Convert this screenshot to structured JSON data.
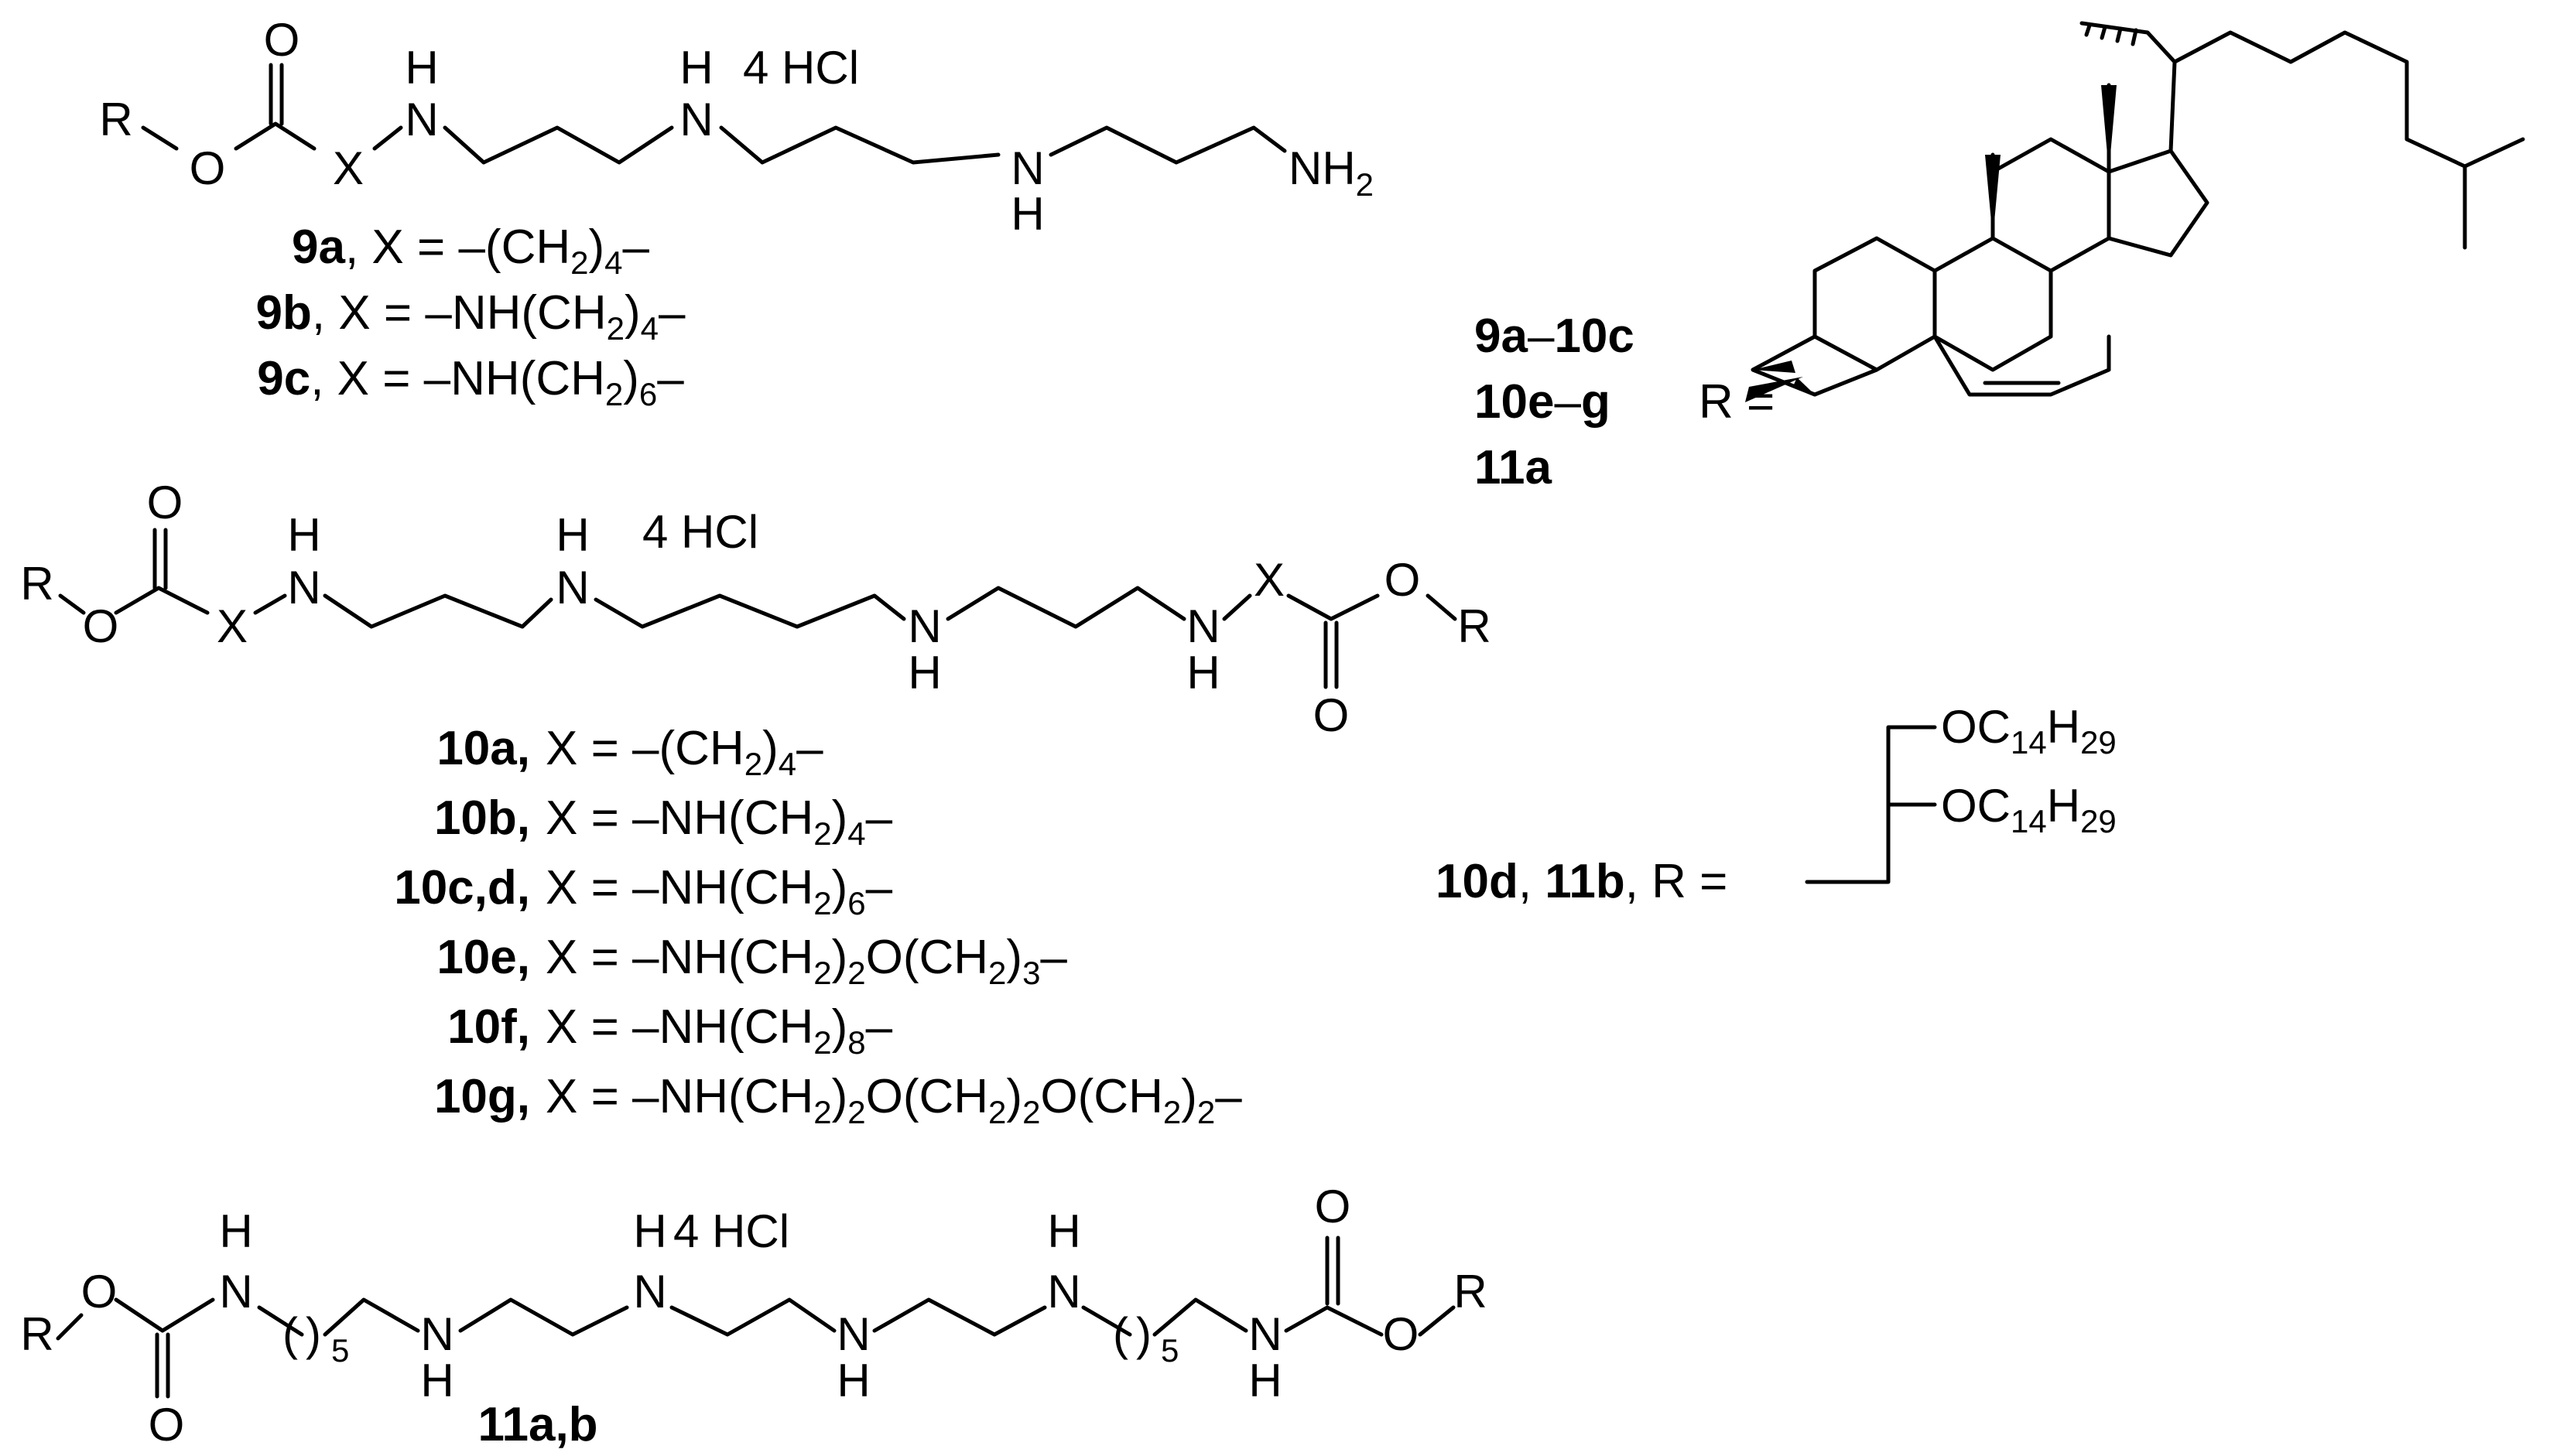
{
  "diagram": {
    "salt": "4 HCl",
    "atoms": {
      "R": "R",
      "O": "O",
      "X": "X",
      "N": "N",
      "H": "H",
      "NH": "NH",
      "sub2": "2",
      "sub5": "5"
    },
    "series9": [
      {
        "cmpd": "9a",
        "sep": ",",
        "rest": " X = –(CH",
        "s1": "2",
        "r1": ")",
        "s2": "4",
        "r2": "–",
        "s3": "",
        "r3": "",
        "s4": "",
        "r4": ""
      },
      {
        "cmpd": "9b",
        "sep": ",",
        "rest": " X = –NH(CH",
        "s1": "2",
        "r1": ")",
        "s2": "4",
        "r2": "–",
        "s3": "",
        "r3": "",
        "s4": "",
        "r4": ""
      },
      {
        "cmpd": "9c",
        "sep": ",",
        "rest": " X = –NH(CH",
        "s1": "2",
        "r1": ")",
        "s2": "6",
        "r2": "–",
        "s3": "",
        "r3": "",
        "s4": "",
        "r4": ""
      }
    ],
    "series10": [
      {
        "cmpd": "10a,",
        "sep": "",
        "rest": " X = –(CH",
        "s1": "2",
        "r1": ")",
        "s2": "4",
        "r2": "–",
        "s3": "",
        "r3": "",
        "s4": "",
        "r4": ""
      },
      {
        "cmpd": "10b,",
        "sep": "",
        "rest": " X = –NH(CH",
        "s1": "2",
        "r1": ")",
        "s2": "4",
        "r2": "–",
        "s3": "",
        "r3": "",
        "s4": "",
        "r4": ""
      },
      {
        "cmpd": "10c,d,",
        "sep": "",
        "rest": " X = –NH(CH",
        "s1": "2",
        "r1": ")",
        "s2": "6",
        "r2": "–",
        "s3": "",
        "r3": "",
        "s4": "",
        "r4": ""
      },
      {
        "cmpd": "10e,",
        "sep": "",
        "rest": " X = –NH(CH",
        "s1": "2",
        "r1": ")",
        "s2": "2",
        "r2": "O(CH",
        "s3": "2",
        "r3": ")",
        "s4": "3",
        "r4": "–"
      },
      {
        "cmpd": "10f,",
        "sep": "",
        "rest": " X = –NH(CH",
        "s1": "2",
        "r1": ")",
        "s2": "8",
        "r2": "–",
        "s3": "",
        "r3": "",
        "s4": "",
        "r4": ""
      }
    ],
    "row10g": {
      "cmpd": "10g,",
      "rest": " X = –NH(CH",
      "s1": "2",
      "r1": ")",
      "s2": "2",
      "r2": "O(CH",
      "s3": "2",
      "r3": ")",
      "s4": "2",
      "r4": "O(CH",
      "s5": "2",
      "r5": ")",
      "s6": "2",
      "r6": "–"
    },
    "series11_label": "11a,b",
    "cholesterol_def": {
      "line1": "9a",
      "dash1": "–",
      "line1b": "10c",
      "line2": "10e",
      "dash2": "–",
      "line2b": "g",
      "line3": "11a",
      "r_eq": "R ="
    },
    "lipid_def": {
      "c1": "10d",
      "sep1": ", ",
      "c2": "11b",
      "tail": ", R =",
      "oc_o": "OC",
      "oc_sub1": "14",
      "oc_h": "H",
      "oc_sub2": "29"
    }
  }
}
